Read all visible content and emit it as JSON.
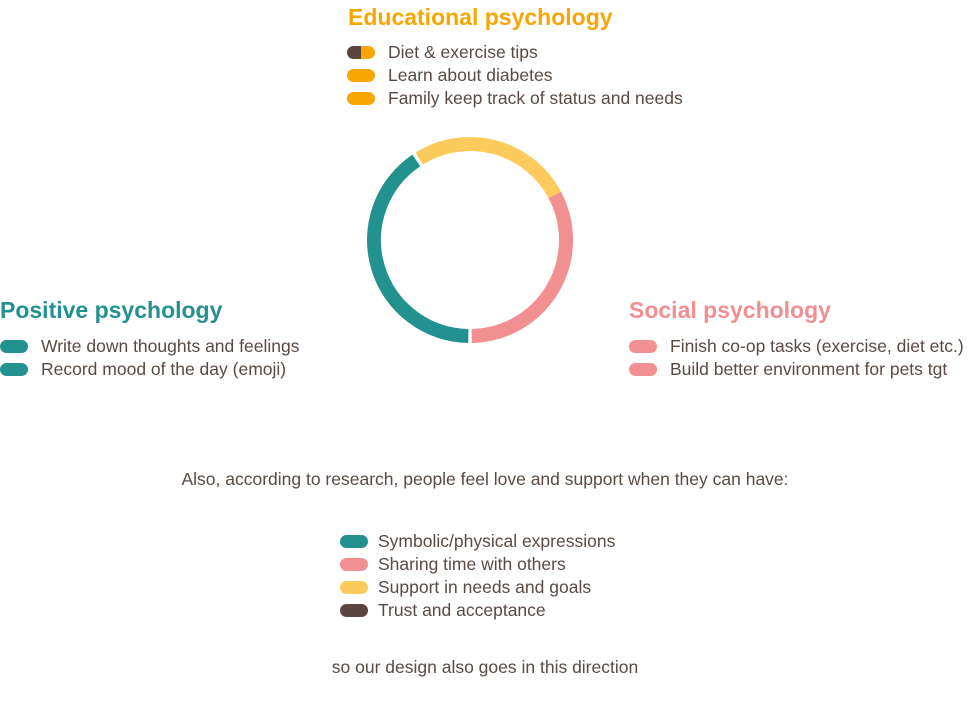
{
  "colors": {
    "teal": "#23918f",
    "pink": "#f28f90",
    "yellow": "#fdcb5c",
    "orange": "#f9a602",
    "brown": "#5a4540",
    "text": "#5a4a44"
  },
  "educational": {
    "title": "Educational psychology",
    "items": [
      "Diet & exercise tips",
      "Learn about diabetes",
      "Family keep track of status and needs"
    ]
  },
  "positive": {
    "title": "Positive psychology",
    "items": [
      "Write down thoughts and feelings",
      "Record mood of the day (emoji)"
    ]
  },
  "social": {
    "title": "Social psychology",
    "items": [
      "Finish co-op tasks (exercise, diet etc.)",
      "Build better environment for pets tgt"
    ]
  },
  "research": {
    "intro": "Also, according to research, people feel love and support when they can have:",
    "items": [
      "Symbolic/physical expressions",
      "Sharing time with others",
      "Support in needs and goals",
      "Trust and acceptance"
    ],
    "conclusion": "so our design also goes in this direction"
  },
  "ring": {
    "segments": [
      {
        "color": "#fdcb5c",
        "from_deg": -32,
        "to_deg": 62
      },
      {
        "color": "#f28f90",
        "from_deg": 62,
        "to_deg": 179
      },
      {
        "color": "#23918f",
        "from_deg": 181,
        "to_deg": 326
      }
    ]
  }
}
